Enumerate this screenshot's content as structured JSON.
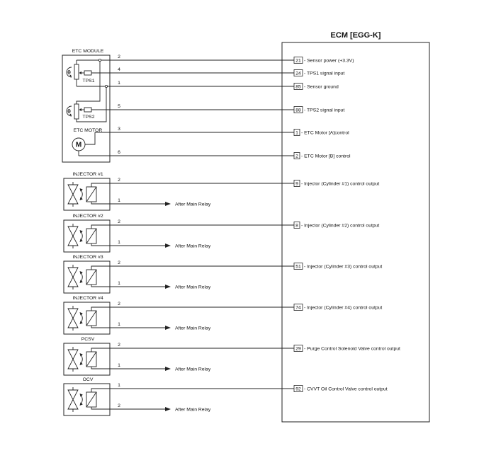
{
  "ecm": {
    "title": "ECM [EGG-K]"
  },
  "etc_module": {
    "label": "ETC MODULE",
    "tps1": "TPS1",
    "tps2": "TPS2",
    "motor_label": "ETC MOTOR",
    "motor_symbol": "M",
    "connections": [
      {
        "pin": "2",
        "ecm_pin": "21",
        "function": "- Sensor power (+3.3V)"
      },
      {
        "pin": "4",
        "ecm_pin": "24",
        "function": "- TPS1 signal input"
      },
      {
        "pin": "1",
        "ecm_pin": "85",
        "function": "- Sensor ground"
      },
      {
        "pin": "5",
        "ecm_pin": "88",
        "function": "- TPS2 signal input"
      },
      {
        "pin": "3",
        "ecm_pin": "1",
        "function": "- ETC Motor [A]control"
      },
      {
        "pin": "6",
        "ecm_pin": "2",
        "function": "- ETC Motor [B] control"
      }
    ]
  },
  "actuators": [
    {
      "label": "INJECTOR #1",
      "ecm_side_pin": "2",
      "relay_side_pin": "1",
      "ecm_pin": "9",
      "function": "- Injector (Cylinder #1) control output",
      "relay_text": "After Main Relay"
    },
    {
      "label": "INJECTOR #2",
      "ecm_side_pin": "2",
      "relay_side_pin": "1",
      "ecm_pin": "8",
      "function": "- Injector (Cylinder #2) control output",
      "relay_text": "After Main Relay"
    },
    {
      "label": "INJECTOR #3",
      "ecm_side_pin": "2",
      "relay_side_pin": "1",
      "ecm_pin": "51",
      "function": "- Injector (Cylinder #3) control output",
      "relay_text": "After Main Relay"
    },
    {
      "label": "INJECTOR #4",
      "ecm_side_pin": "2",
      "relay_side_pin": "1",
      "ecm_pin": "74",
      "function": "- Injector (Cylinder #4) control output",
      "relay_text": "After Main Relay"
    },
    {
      "label": "PCSV",
      "ecm_side_pin": "2",
      "relay_side_pin": "1",
      "ecm_pin": "29",
      "function": "- Purge Control Solenoid Valve control output",
      "relay_text": "After Main Relay"
    },
    {
      "label": "OCV",
      "ecm_side_pin": "1",
      "relay_side_pin": "2",
      "ecm_pin": "92",
      "function": "- CVVT Oil Control Valve control output",
      "relay_text": "After Main Relay"
    }
  ]
}
